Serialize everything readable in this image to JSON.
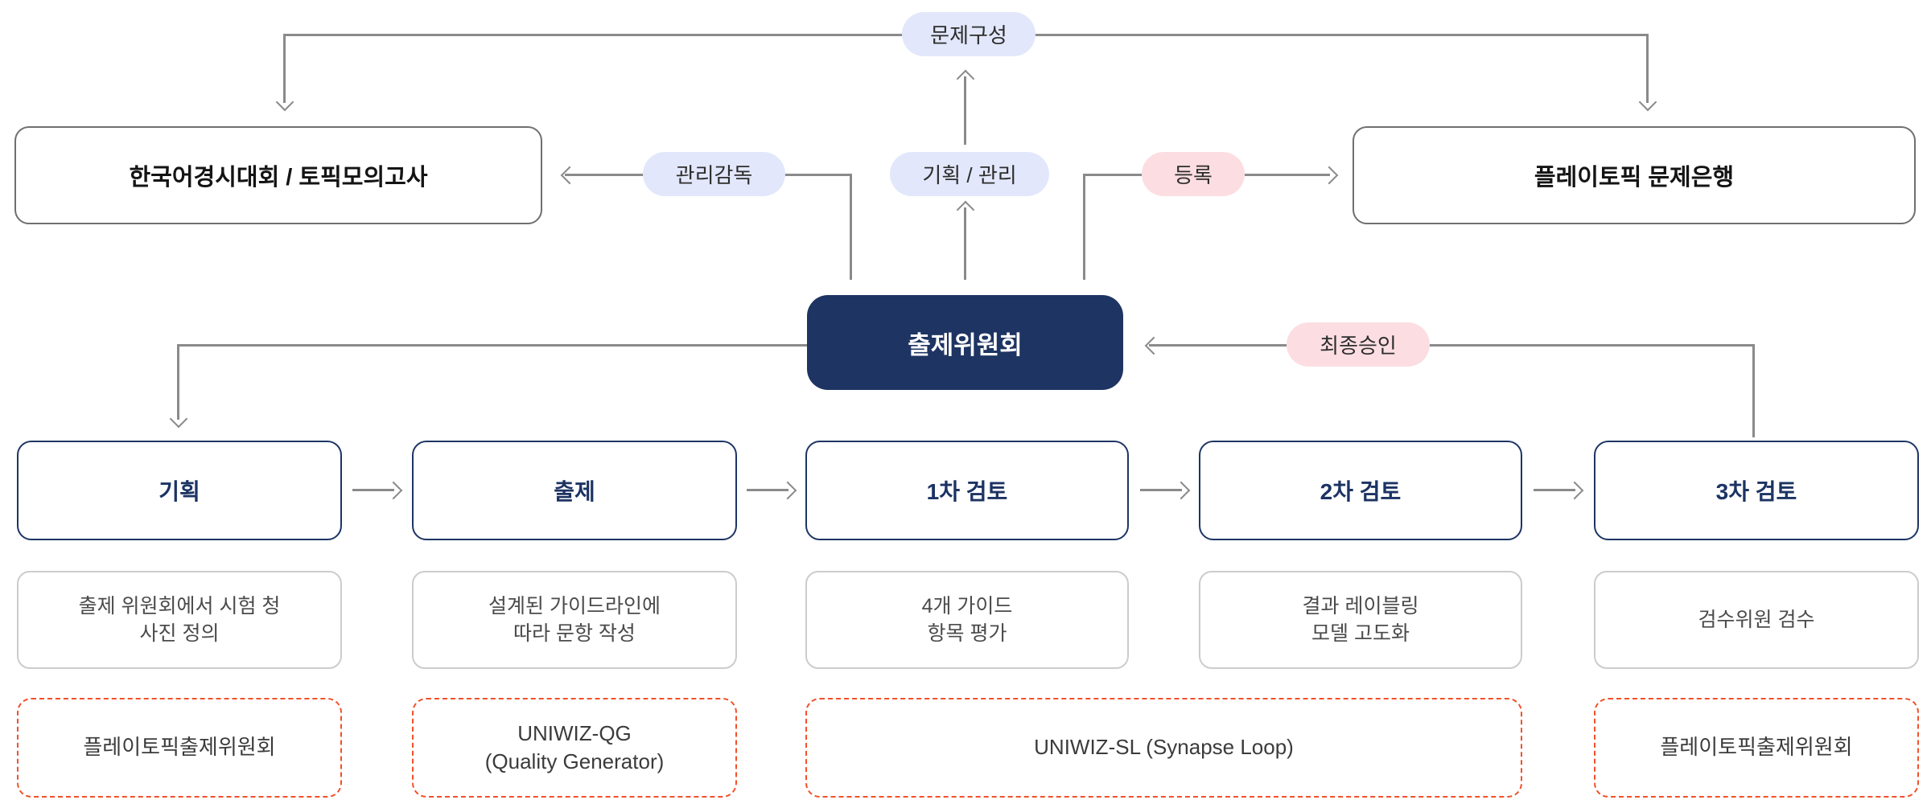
{
  "pills": {
    "problem_composition": "문제구성",
    "supervision": "관리감독",
    "plan_manage": "기획 / 관리",
    "register": "등록",
    "final_approval": "최종승인"
  },
  "nodes": {
    "left_org": "한국어경시대회 / 토픽모의고사",
    "right_org": "플레이토픽 문제은행",
    "committee": "출제위원회"
  },
  "stages": [
    {
      "title": "기획",
      "desc": "출제 위원회에서 시험 청\n사진 정의",
      "tool": "플레이토픽출제위원회"
    },
    {
      "title": "출제",
      "desc": "설계된 가이드라인에\n따라 문항 작성",
      "tool": "UNIWIZ-QG\n(Quality Generator)"
    },
    {
      "title": "1차 검토",
      "desc": "4개 가이드\n항목 평가"
    },
    {
      "title": "2차 검토",
      "desc": "결과 레이블링\n모델 고도화"
    },
    {
      "title": "3차 검토",
      "desc": "검수위원 검수",
      "tool": "플레이토픽출제위원회"
    }
  ],
  "shared_tool": "UNIWIZ-SL (Synapse Loop)",
  "colors": {
    "navy_fill": "#1e3462",
    "navy_border": "#1d3565",
    "lavender_pill": "#e2e7fb",
    "pink_pill": "#fcdee2",
    "dashed_red": "#f2502a",
    "line_gray": "#8a8a8a",
    "desc_border": "#cccccc"
  }
}
